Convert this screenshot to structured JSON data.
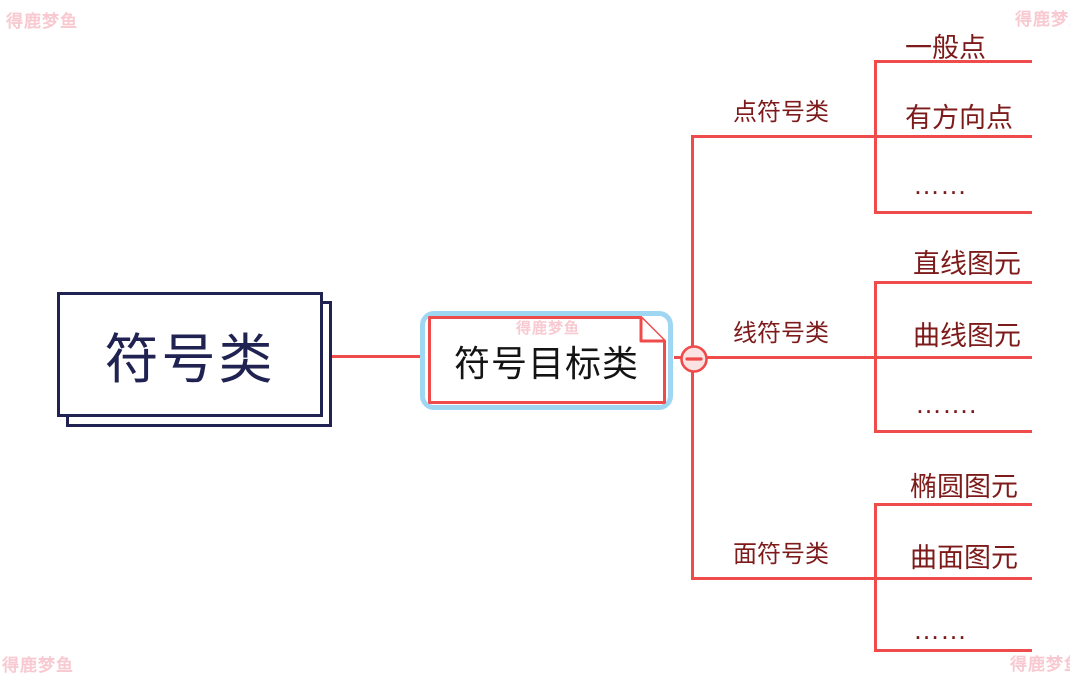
{
  "watermark": {
    "text": "得鹿梦鱼"
  },
  "root_topic": {
    "label": "符号类"
  },
  "center_topic": {
    "label": "符号目标类"
  },
  "collapse_button": {
    "icon": "minus",
    "state": "expanded"
  },
  "branches": [
    {
      "label": "点符号类",
      "children": [
        "一般点",
        "有方向点",
        "……"
      ]
    },
    {
      "label": "线符号类",
      "children": [
        "直线图元",
        "曲线图元",
        "……."
      ]
    },
    {
      "label": "面符号类",
      "children": [
        "椭圆图元",
        "曲面图元",
        "……"
      ]
    }
  ],
  "colors": {
    "connector_red": "#f04b4b",
    "branch_text_maroon": "#7d1a1a",
    "root_navy": "#202251",
    "selection_blue": "#9fd7f2",
    "collapse_fill": "#fbe3e3",
    "center_text": "#141414",
    "watermark_pink": "#f8c9d0"
  }
}
